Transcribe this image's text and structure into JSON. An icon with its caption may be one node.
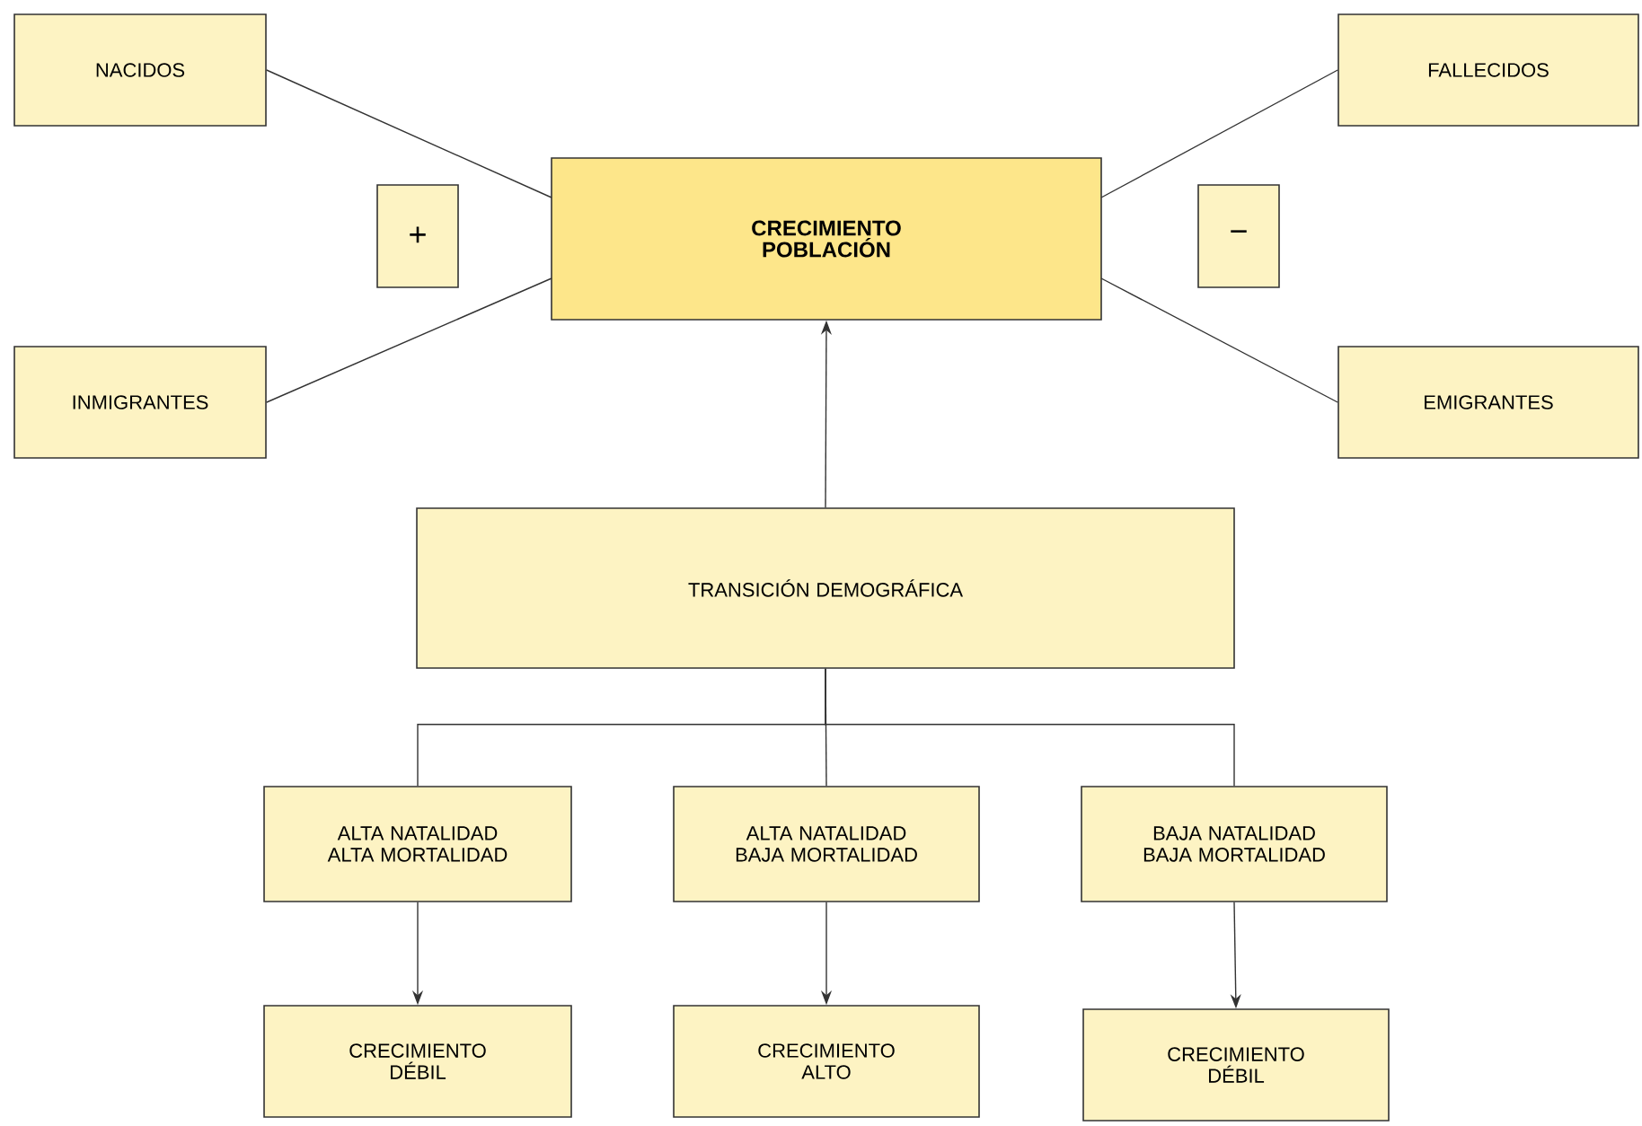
{
  "diagram": {
    "nodes": [
      {
        "text": [
          "NACIDOS"
        ]
      },
      {
        "text": [
          "FALLECIDOS"
        ]
      },
      {
        "text": [
          "CRECIMIENTO POBLACIÓN"
        ]
      },
      {
        "text": [
          "+"
        ]
      },
      {
        "text": [
          "−"
        ]
      },
      {
        "text": [
          "INMIGRANTES"
        ]
      },
      {
        "text": [
          "EMIGRANTES"
        ]
      },
      {
        "text": [
          "TRANSICIÓN DEMOGRÁFICA"
        ]
      },
      {
        "text": [
          "ALTA NATALIDAD ALTA MORTALIDAD"
        ]
      },
      {
        "text": [
          "ALTA NATALIDAD BAJA MORTALIDAD"
        ]
      },
      {
        "text": [
          "BAJA NATALIDAD BAJA MORTALIDAD"
        ]
      },
      {
        "text": [
          "CRECIMIENTO DÉBIL"
        ]
      },
      {
        "text": [
          "CRECIMIENTO ALTO"
        ]
      },
      {
        "text": [
          "CRECIMIENTO DÉBIL"
        ]
      }
    ],
    "edges": [
      {
        "from": 0,
        "to": 2,
        "arrow": "none"
      },
      {
        "from": 5,
        "to": 2,
        "arrow": "none"
      },
      {
        "from": 1,
        "to": 2,
        "arrow": "none"
      },
      {
        "from": 6,
        "to": 2,
        "arrow": "none"
      },
      {
        "from": 7,
        "to": 2,
        "arrow": "to"
      },
      {
        "from": 7,
        "to": 8,
        "arrow": "none"
      },
      {
        "from": 7,
        "to": 9,
        "arrow": "none"
      },
      {
        "from": 7,
        "to": 10,
        "arrow": "none"
      },
      {
        "from": 8,
        "to": 11,
        "arrow": "to"
      },
      {
        "from": 9,
        "to": 12,
        "arrow": "to"
      },
      {
        "from": 10,
        "to": 13,
        "arrow": "to"
      }
    ]
  }
}
